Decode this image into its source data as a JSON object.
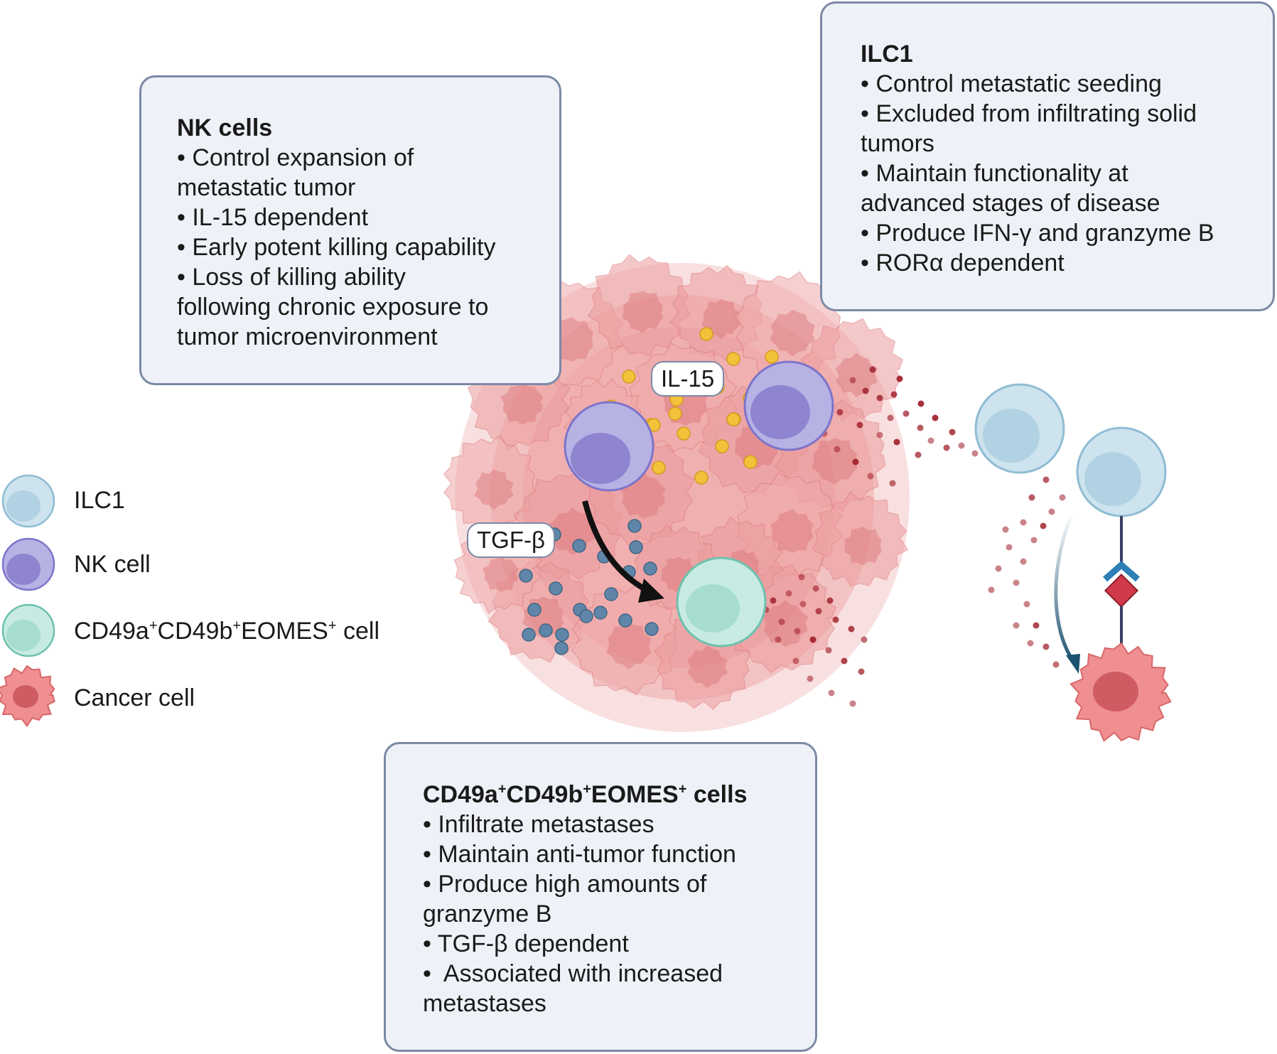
{
  "colors": {
    "box_fill": "#eef2f8",
    "box_border": "#7c89a6",
    "ilc1": "#cde3ee",
    "nk": "#b7b2e4",
    "cd49": "#c7ebe2",
    "cancer": "#ef8f92",
    "il15": "#f2c23a",
    "tgfb": "#5f86a8",
    "granzyme": "#9e1d28"
  },
  "nk_box": {
    "title": "NK cells",
    "lines": [
      "• Control expansion of",
      "metastatic tumor",
      "• IL-15 dependent",
      "• Early potent killing capability",
      "• Loss of killing ability",
      "following chronic exposure to",
      "tumor microenvironment"
    ]
  },
  "ilc1_box": {
    "title": "ILC1",
    "lines": [
      "• Control metastatic seeding",
      "• Excluded from infiltrating solid",
      "tumors",
      "• Maintain functionality at",
      "advanced stages of disease",
      "• Produce IFN-γ and granzyme B",
      "• RORα dependent"
    ]
  },
  "cd49_box": {
    "title_parts": [
      "CD49a",
      "+",
      "CD49b",
      "+",
      "EOMES",
      "+",
      " cells"
    ],
    "lines": [
      "• Infiltrate metastases",
      "• Maintain anti-tumor function",
      "• Produce high amounts of",
      "granzyme B",
      "• TGF-β dependent",
      "•  Associated with increased",
      "metastases"
    ]
  },
  "tags": {
    "il15": "IL-15",
    "tgfb": "TGF-β"
  },
  "legend": {
    "ilc1": "ILC1",
    "nk": "NK cell",
    "cd49_parts": [
      "CD49a",
      "+",
      "CD49b",
      "+",
      "EOMES",
      "+",
      " cell"
    ],
    "cancer": "Cancer cell"
  }
}
